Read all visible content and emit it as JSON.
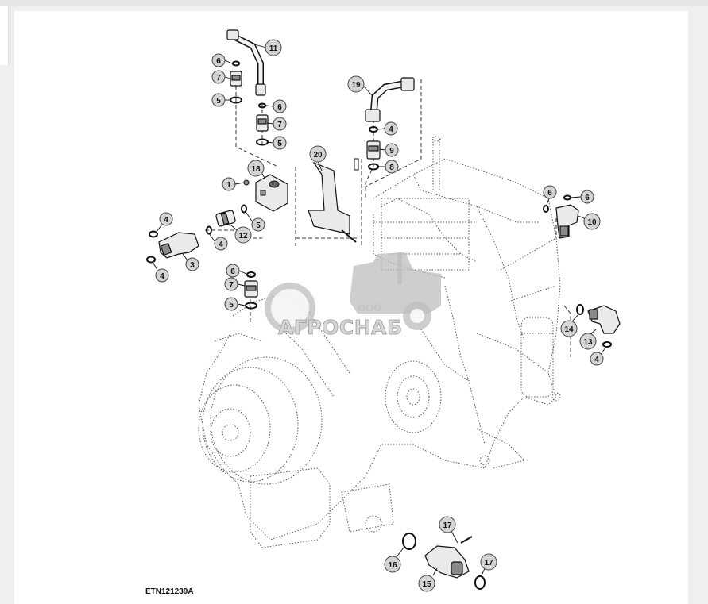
{
  "figure_code": "ETN121239A",
  "watermark": {
    "company_prefix": "ООО",
    "company_name": "АГРОСНАБ"
  },
  "callouts": [
    {
      "id": "c11",
      "label": "11"
    },
    {
      "id": "c6a",
      "label": "6"
    },
    {
      "id": "c7a",
      "label": "7"
    },
    {
      "id": "c5a",
      "label": "5"
    },
    {
      "id": "c6b",
      "label": "6"
    },
    {
      "id": "c7b",
      "label": "7"
    },
    {
      "id": "c5b",
      "label": "5"
    },
    {
      "id": "c19",
      "label": "19"
    },
    {
      "id": "c4a",
      "label": "4"
    },
    {
      "id": "c9",
      "label": "9"
    },
    {
      "id": "c8",
      "label": "8"
    },
    {
      "id": "c20",
      "label": "20"
    },
    {
      "id": "c18",
      "label": "18"
    },
    {
      "id": "c1",
      "label": "1"
    },
    {
      "id": "c5c",
      "label": "5"
    },
    {
      "id": "c12",
      "label": "12"
    },
    {
      "id": "c4b",
      "label": "4"
    },
    {
      "id": "c4c",
      "label": "4"
    },
    {
      "id": "c3",
      "label": "3"
    },
    {
      "id": "c4d",
      "label": "4"
    },
    {
      "id": "c6c",
      "label": "6"
    },
    {
      "id": "c6d",
      "label": "6"
    },
    {
      "id": "c10",
      "label": "10"
    },
    {
      "id": "c6e",
      "label": "6"
    },
    {
      "id": "c7c",
      "label": "7"
    },
    {
      "id": "c5d",
      "label": "5"
    },
    {
      "id": "c14",
      "label": "14"
    },
    {
      "id": "c13",
      "label": "13"
    },
    {
      "id": "c4e",
      "label": "4"
    },
    {
      "id": "c17a",
      "label": "17"
    },
    {
      "id": "c16",
      "label": "16"
    },
    {
      "id": "c15",
      "label": "15"
    },
    {
      "id": "c17b",
      "label": "17"
    }
  ]
}
